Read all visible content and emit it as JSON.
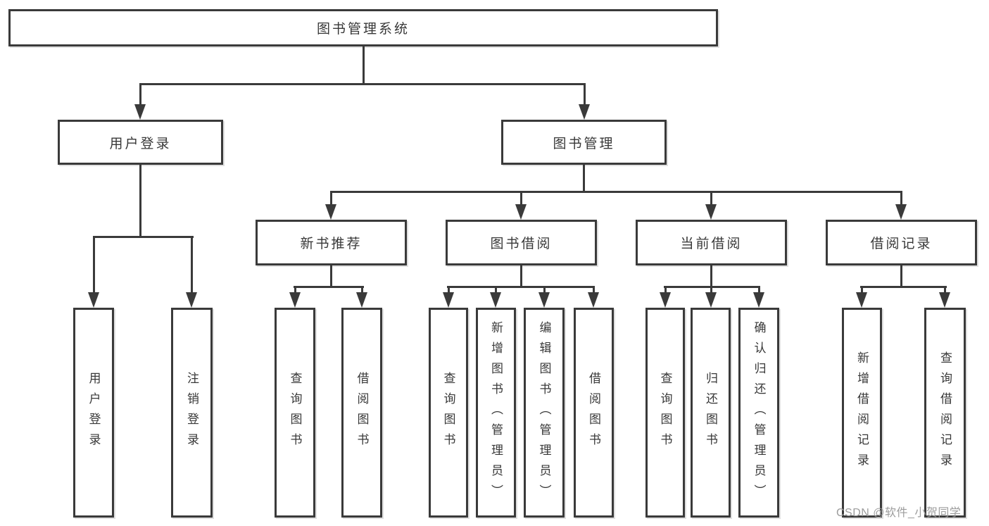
{
  "nodes": {
    "root": "图书管理系统",
    "user_login": "用户登录",
    "book_management": "图书管理",
    "new_book_recommendation": "新书推荐",
    "book_borrowing": "图书借阅",
    "current_borrowing": "当前借阅",
    "borrowing_records": "借阅记录",
    "ul_user_login": "用户登录",
    "ul_logout": "注销登录",
    "nb_query_books": "查询图书",
    "nb_borrow_books": "借阅图书",
    "bb_query_books": "查询图书",
    "bb_add_books": "新增图书（管理员）",
    "bb_edit_books": "编辑图书（管理员）",
    "bb_borrow_books": "借阅图书",
    "cb_query_books": "查询图书",
    "cb_return_books": "归还图书",
    "cb_confirm_return": "确认归还（管理员）",
    "br_add_record": "新增借阅记录",
    "br_query_record": "查询借阅记录"
  },
  "watermark": "CSDN @软件_小贺同学",
  "colors": {
    "line": "#3a3a3a",
    "text": "#383838",
    "watermark": "#9c9c9c",
    "background": "#ffffff"
  }
}
